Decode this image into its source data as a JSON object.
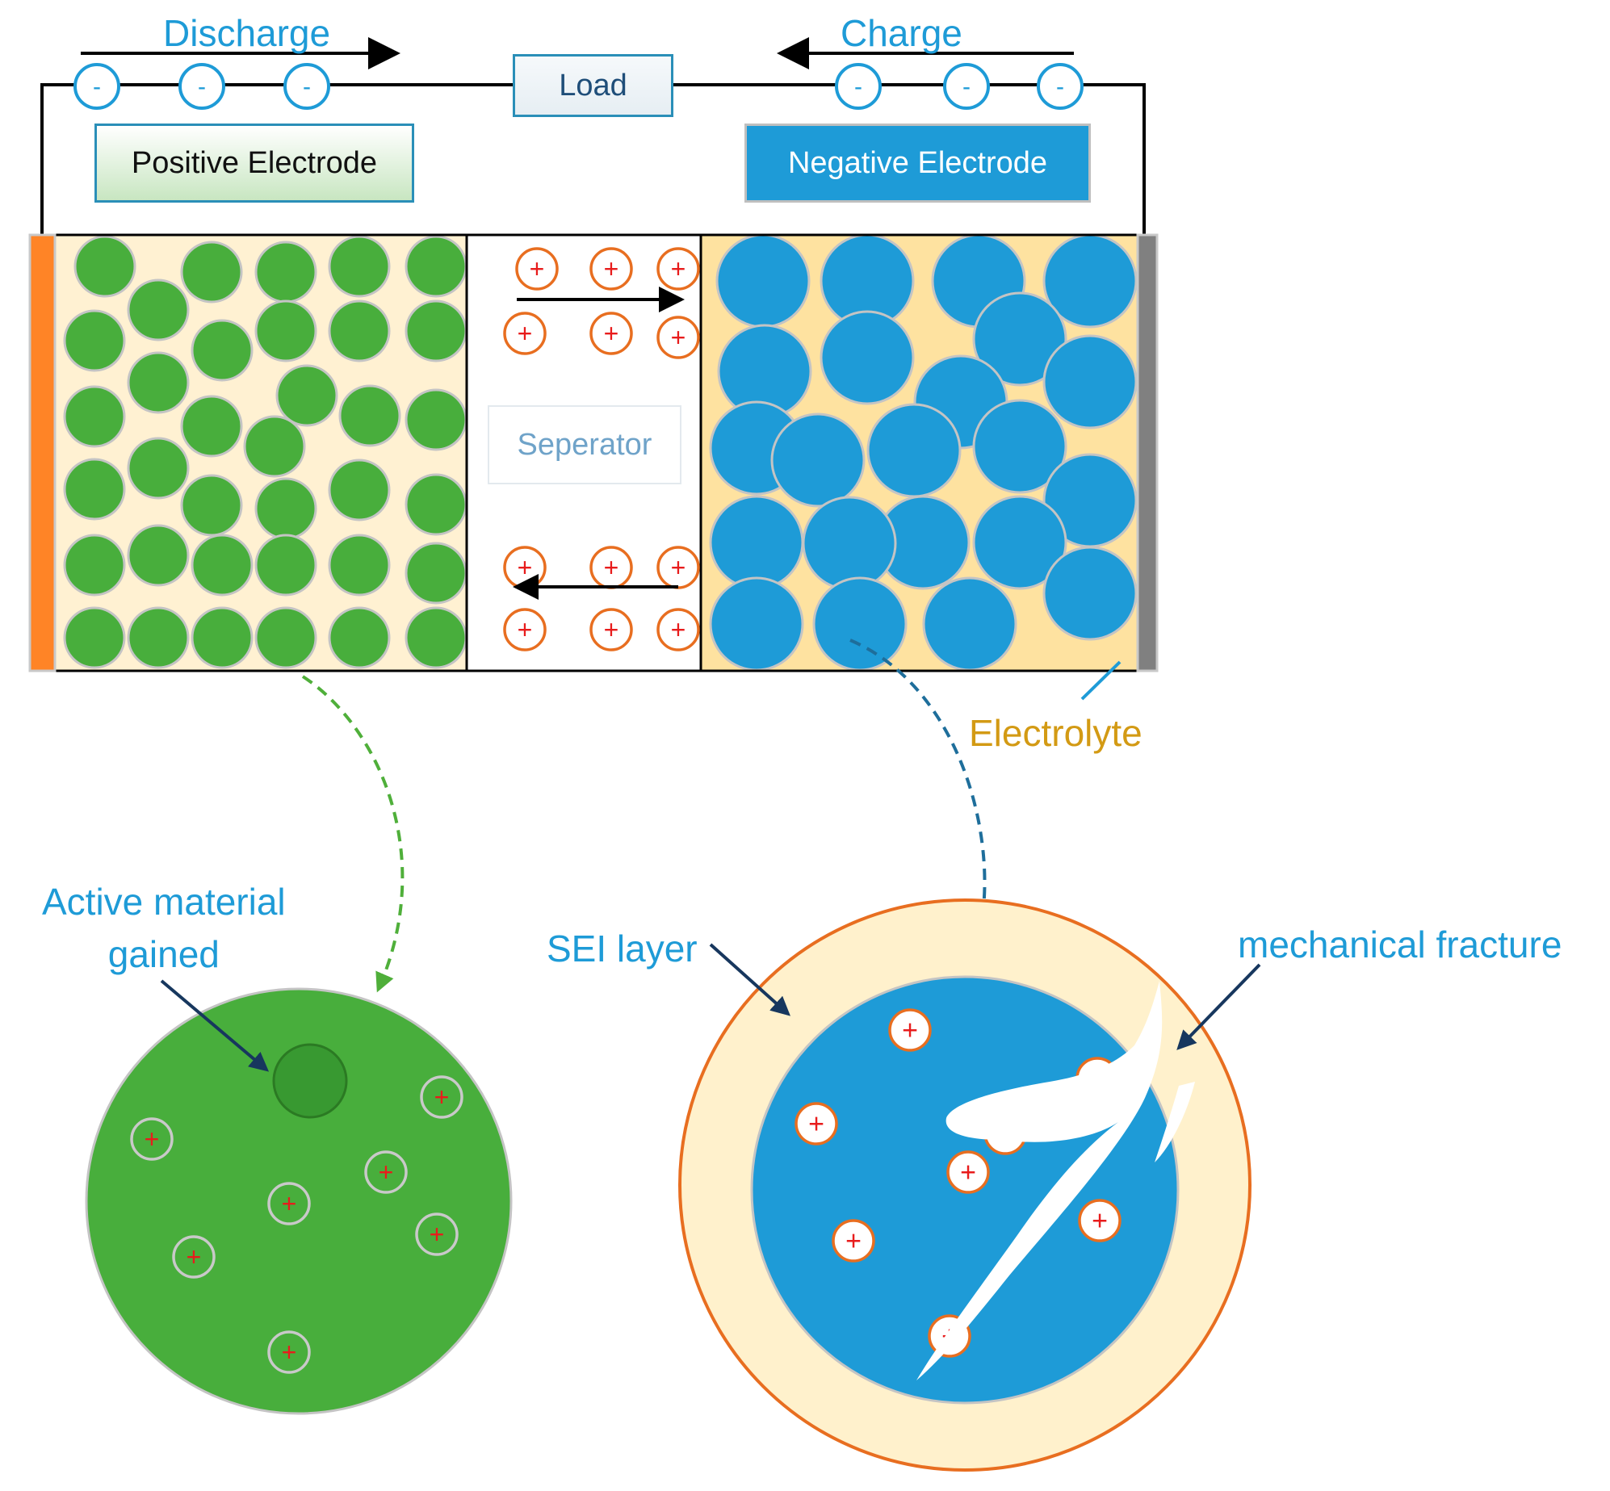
{
  "labels": {
    "discharge": "Discharge",
    "charge": "Charge",
    "load": "Load",
    "positive_electrode": "Positive Electrode",
    "negative_electrode": "Negative Electrode",
    "separator": "Seperator",
    "electrolyte": "Electrolyte",
    "active_material": "Active material\ngained",
    "sei_layer": "SEI layer",
    "mechanical_fracture": "mechanical fracture"
  },
  "symbols": {
    "electron": "-",
    "ion": "+"
  },
  "icons": {
    "electron": "electron-icon",
    "ion": "lithium-ion-icon",
    "flow_arrow": "arrow-icon"
  },
  "colors": {
    "label_blue": "#1E9BD7",
    "positive_particle": "#48AE3C",
    "negative_particle": "#1E9BD7",
    "positive_bg": "#FFF1D2",
    "negative_bg": "#FEE2A0",
    "sei_layer": "#FFF1CC",
    "current_collector_pos": "#FF8426",
    "current_collector_neg": "#808080",
    "ion_border": "#E86E20",
    "electrolyte_label": "#D39A14"
  }
}
